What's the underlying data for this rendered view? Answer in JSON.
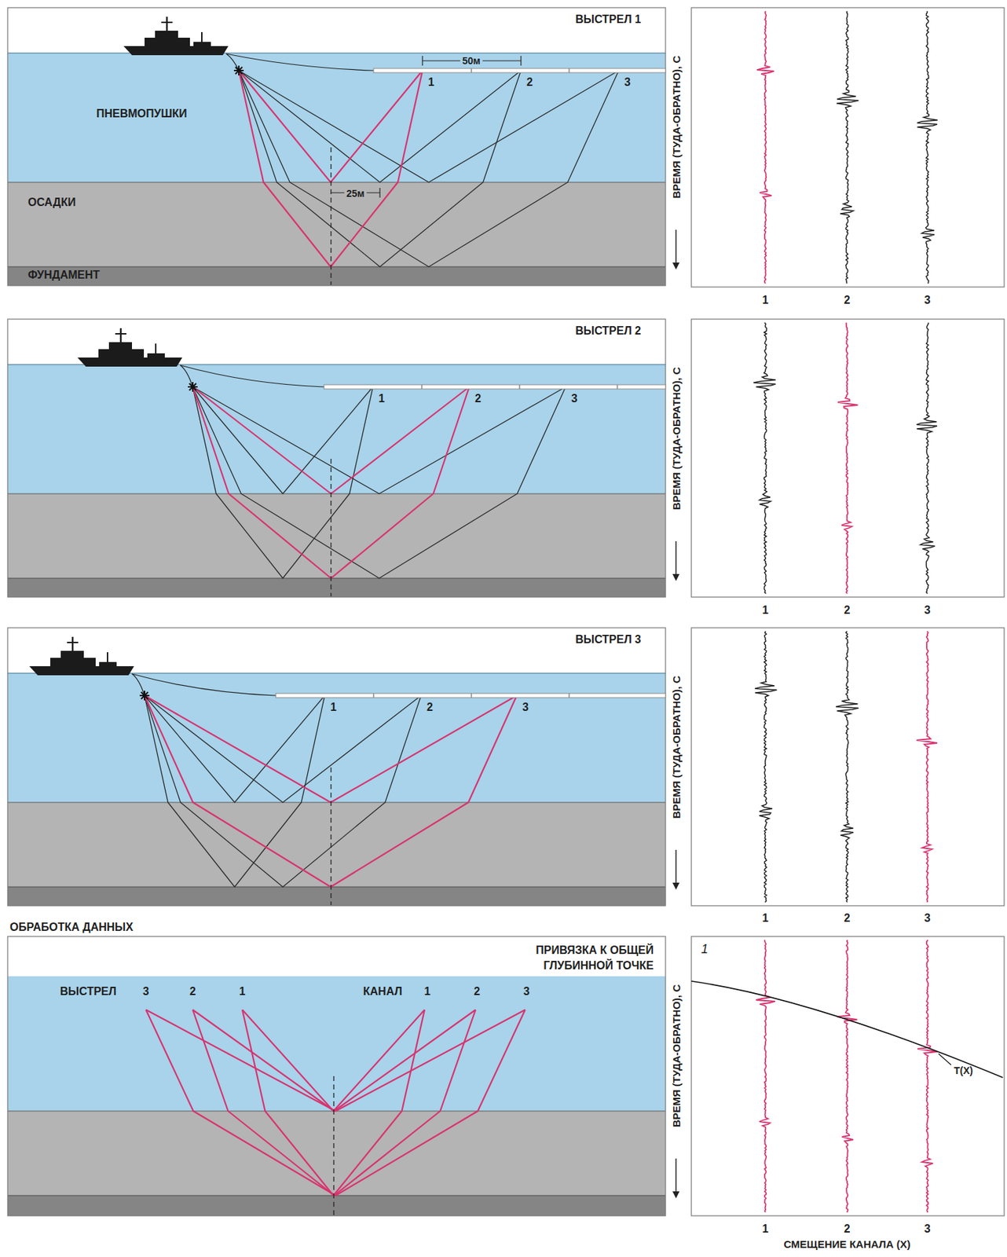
{
  "diagram": {
    "labels": [
      "ВЫСТРЕЛ 1",
      "50м",
      "1",
      "2",
      "3",
      "ПНЕВМОПУШКИ",
      "25м",
      "ОСАДКИ",
      "ФУНДАМЕНТ",
      "ВРЕМЯ (ТУДА-ОБРАТНО), С",
      "1",
      "2",
      "3",
      "ВЫСТРЕЛ 2",
      "1",
      "2",
      "3",
      "ВРЕМЯ (ТУДА-ОБРАТНО), С",
      "1",
      "2",
      "3",
      "ВЫСТРЕЛ 3",
      "1",
      "2",
      "3",
      "ВРЕМЯ (ТУДА-ОБРАТНО), С",
      "1",
      "2",
      "3",
      "ОБРАБОТКА ДАННЫХ",
      "ПРИВЯЗКА К ОБЩЕЙ ГЛУБИННОЙ ТОЧКЕ",
      "ВЫСТРЕЛ",
      "3",
      "2",
      "1",
      "КАНАЛ",
      "1",
      "2",
      "3",
      "1",
      "ВРЕМЯ (ТУДА-ОБРАТНО), С",
      "T(X)",
      "1",
      "2",
      "3",
      "СМЕЩЕНИЕ КАНАЛА (X)"
    ]
  }
}
